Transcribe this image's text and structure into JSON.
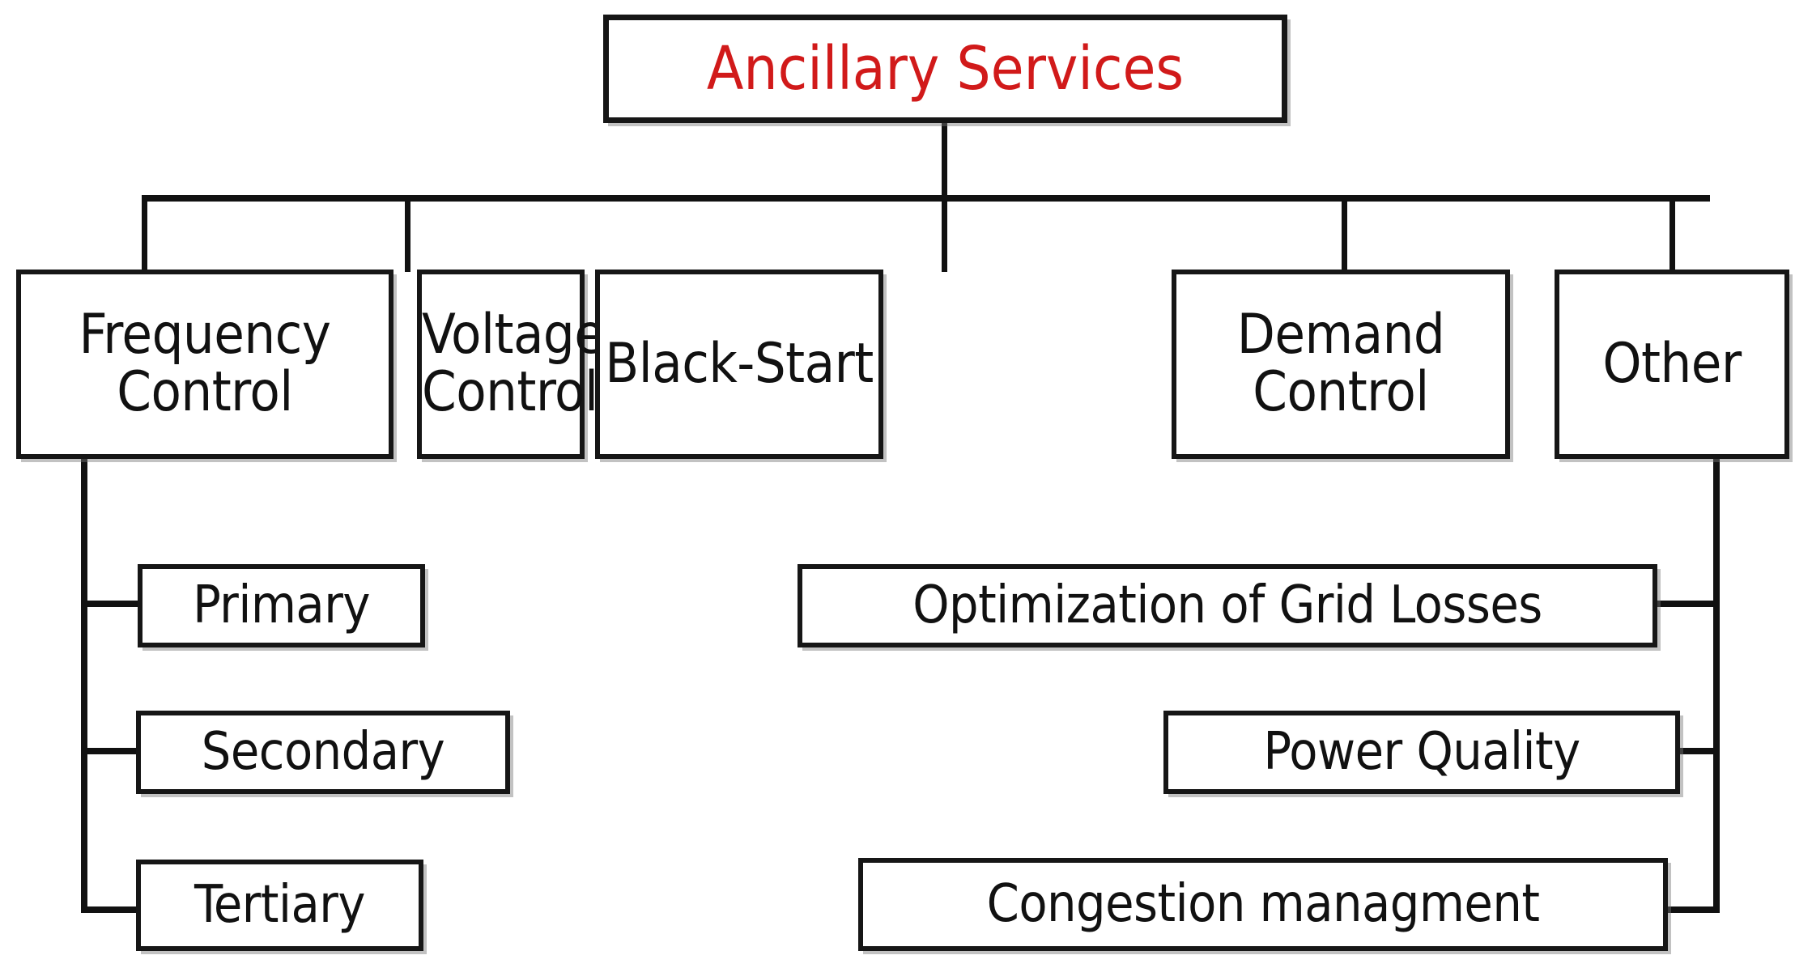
{
  "diagram": {
    "type": "tree",
    "title": "Ancillary Services",
    "root": {
      "id": "ancillary-services",
      "label": "Ancillary Services",
      "text_color": "#d11a1a"
    },
    "level2": [
      {
        "id": "frequency-control",
        "label": "Frequency\nControl"
      },
      {
        "id": "voltage-control",
        "label": "Voltage\nControl"
      },
      {
        "id": "black-start",
        "label": "Black-Start"
      },
      {
        "id": "demand-control",
        "label": "Demand\nControl"
      },
      {
        "id": "other",
        "label": "Other"
      }
    ],
    "level3_frequency": [
      {
        "id": "primary",
        "label": "Primary"
      },
      {
        "id": "secondary",
        "label": "Secondary"
      },
      {
        "id": "tertiary",
        "label": "Tertiary"
      }
    ],
    "level3_other": [
      {
        "id": "optimization-of-grid-losses",
        "label": "Optimization of Grid Losses"
      },
      {
        "id": "power-quality",
        "label": "Power Quality"
      },
      {
        "id": "congestion-managment",
        "label": "Congestion managment"
      }
    ],
    "colors": {
      "box_border": "#161616",
      "box_fill": "#ffffff",
      "connector": "#111111",
      "root_text": "#d11a1a",
      "node_text": "#111111",
      "background": "#ffffff"
    }
  }
}
